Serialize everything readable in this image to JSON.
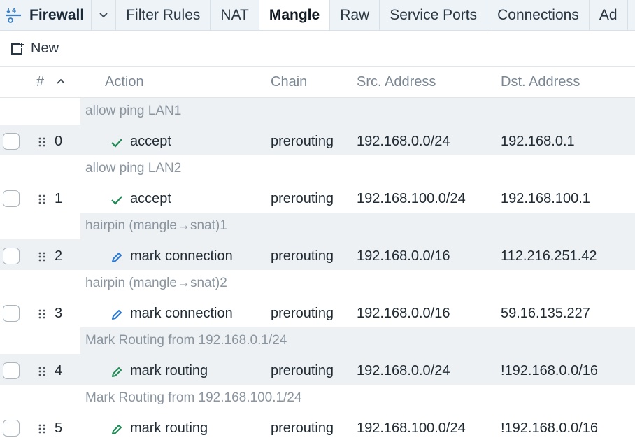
{
  "app": {
    "title": "Firewall"
  },
  "tabs": [
    {
      "label": "Filter Rules",
      "active": false
    },
    {
      "label": "NAT",
      "active": false
    },
    {
      "label": "Mangle",
      "active": true
    },
    {
      "label": "Raw",
      "active": false
    },
    {
      "label": "Service Ports",
      "active": false
    },
    {
      "label": "Connections",
      "active": false
    },
    {
      "label": "Ad",
      "active": false
    }
  ],
  "toolbar": {
    "new_label": "New"
  },
  "columns": {
    "num": "#",
    "action": "Action",
    "chain": "Chain",
    "src": "Src. Address",
    "dst": "Dst. Address"
  },
  "rules": [
    {
      "comment": "allow ping LAN1",
      "num": "0",
      "action": "accept",
      "action_icon": "check-icon",
      "chain": "prerouting",
      "src": "192.168.0.0/24",
      "dst": "192.168.0.1"
    },
    {
      "comment": "allow ping LAN2",
      "num": "1",
      "action": "accept",
      "action_icon": "check-icon",
      "chain": "prerouting",
      "src": "192.168.100.0/24",
      "dst": "192.168.100.1"
    },
    {
      "comment": "hairpin (mangle→snat)1",
      "num": "2",
      "action": "mark connection",
      "action_icon": "pencil-blue-icon",
      "chain": "prerouting",
      "src": "192.168.0.0/16",
      "dst": "112.216.251.42"
    },
    {
      "comment": "hairpin (mangle→snat)2",
      "num": "3",
      "action": "mark connection",
      "action_icon": "pencil-blue-icon",
      "chain": "prerouting",
      "src": "192.168.0.0/16",
      "dst": "59.16.135.227"
    },
    {
      "comment": "Mark Routing from 192.168.0.1/24",
      "num": "4",
      "action": "mark routing",
      "action_icon": "pencil-green-icon",
      "chain": "prerouting",
      "src": "192.168.0.0/24",
      "dst": "!192.168.0.0/16"
    },
    {
      "comment": "Mark Routing from 192.168.100.1/24",
      "num": "5",
      "action": "mark routing",
      "action_icon": "pencil-green-icon",
      "chain": "prerouting",
      "src": "192.168.100.0/24",
      "dst": "!192.168.0.0/16"
    }
  ],
  "colors": {
    "accent_green": "#1f8a55",
    "accent_blue": "#2a78d6",
    "icon_blue": "#3d7fc4"
  }
}
